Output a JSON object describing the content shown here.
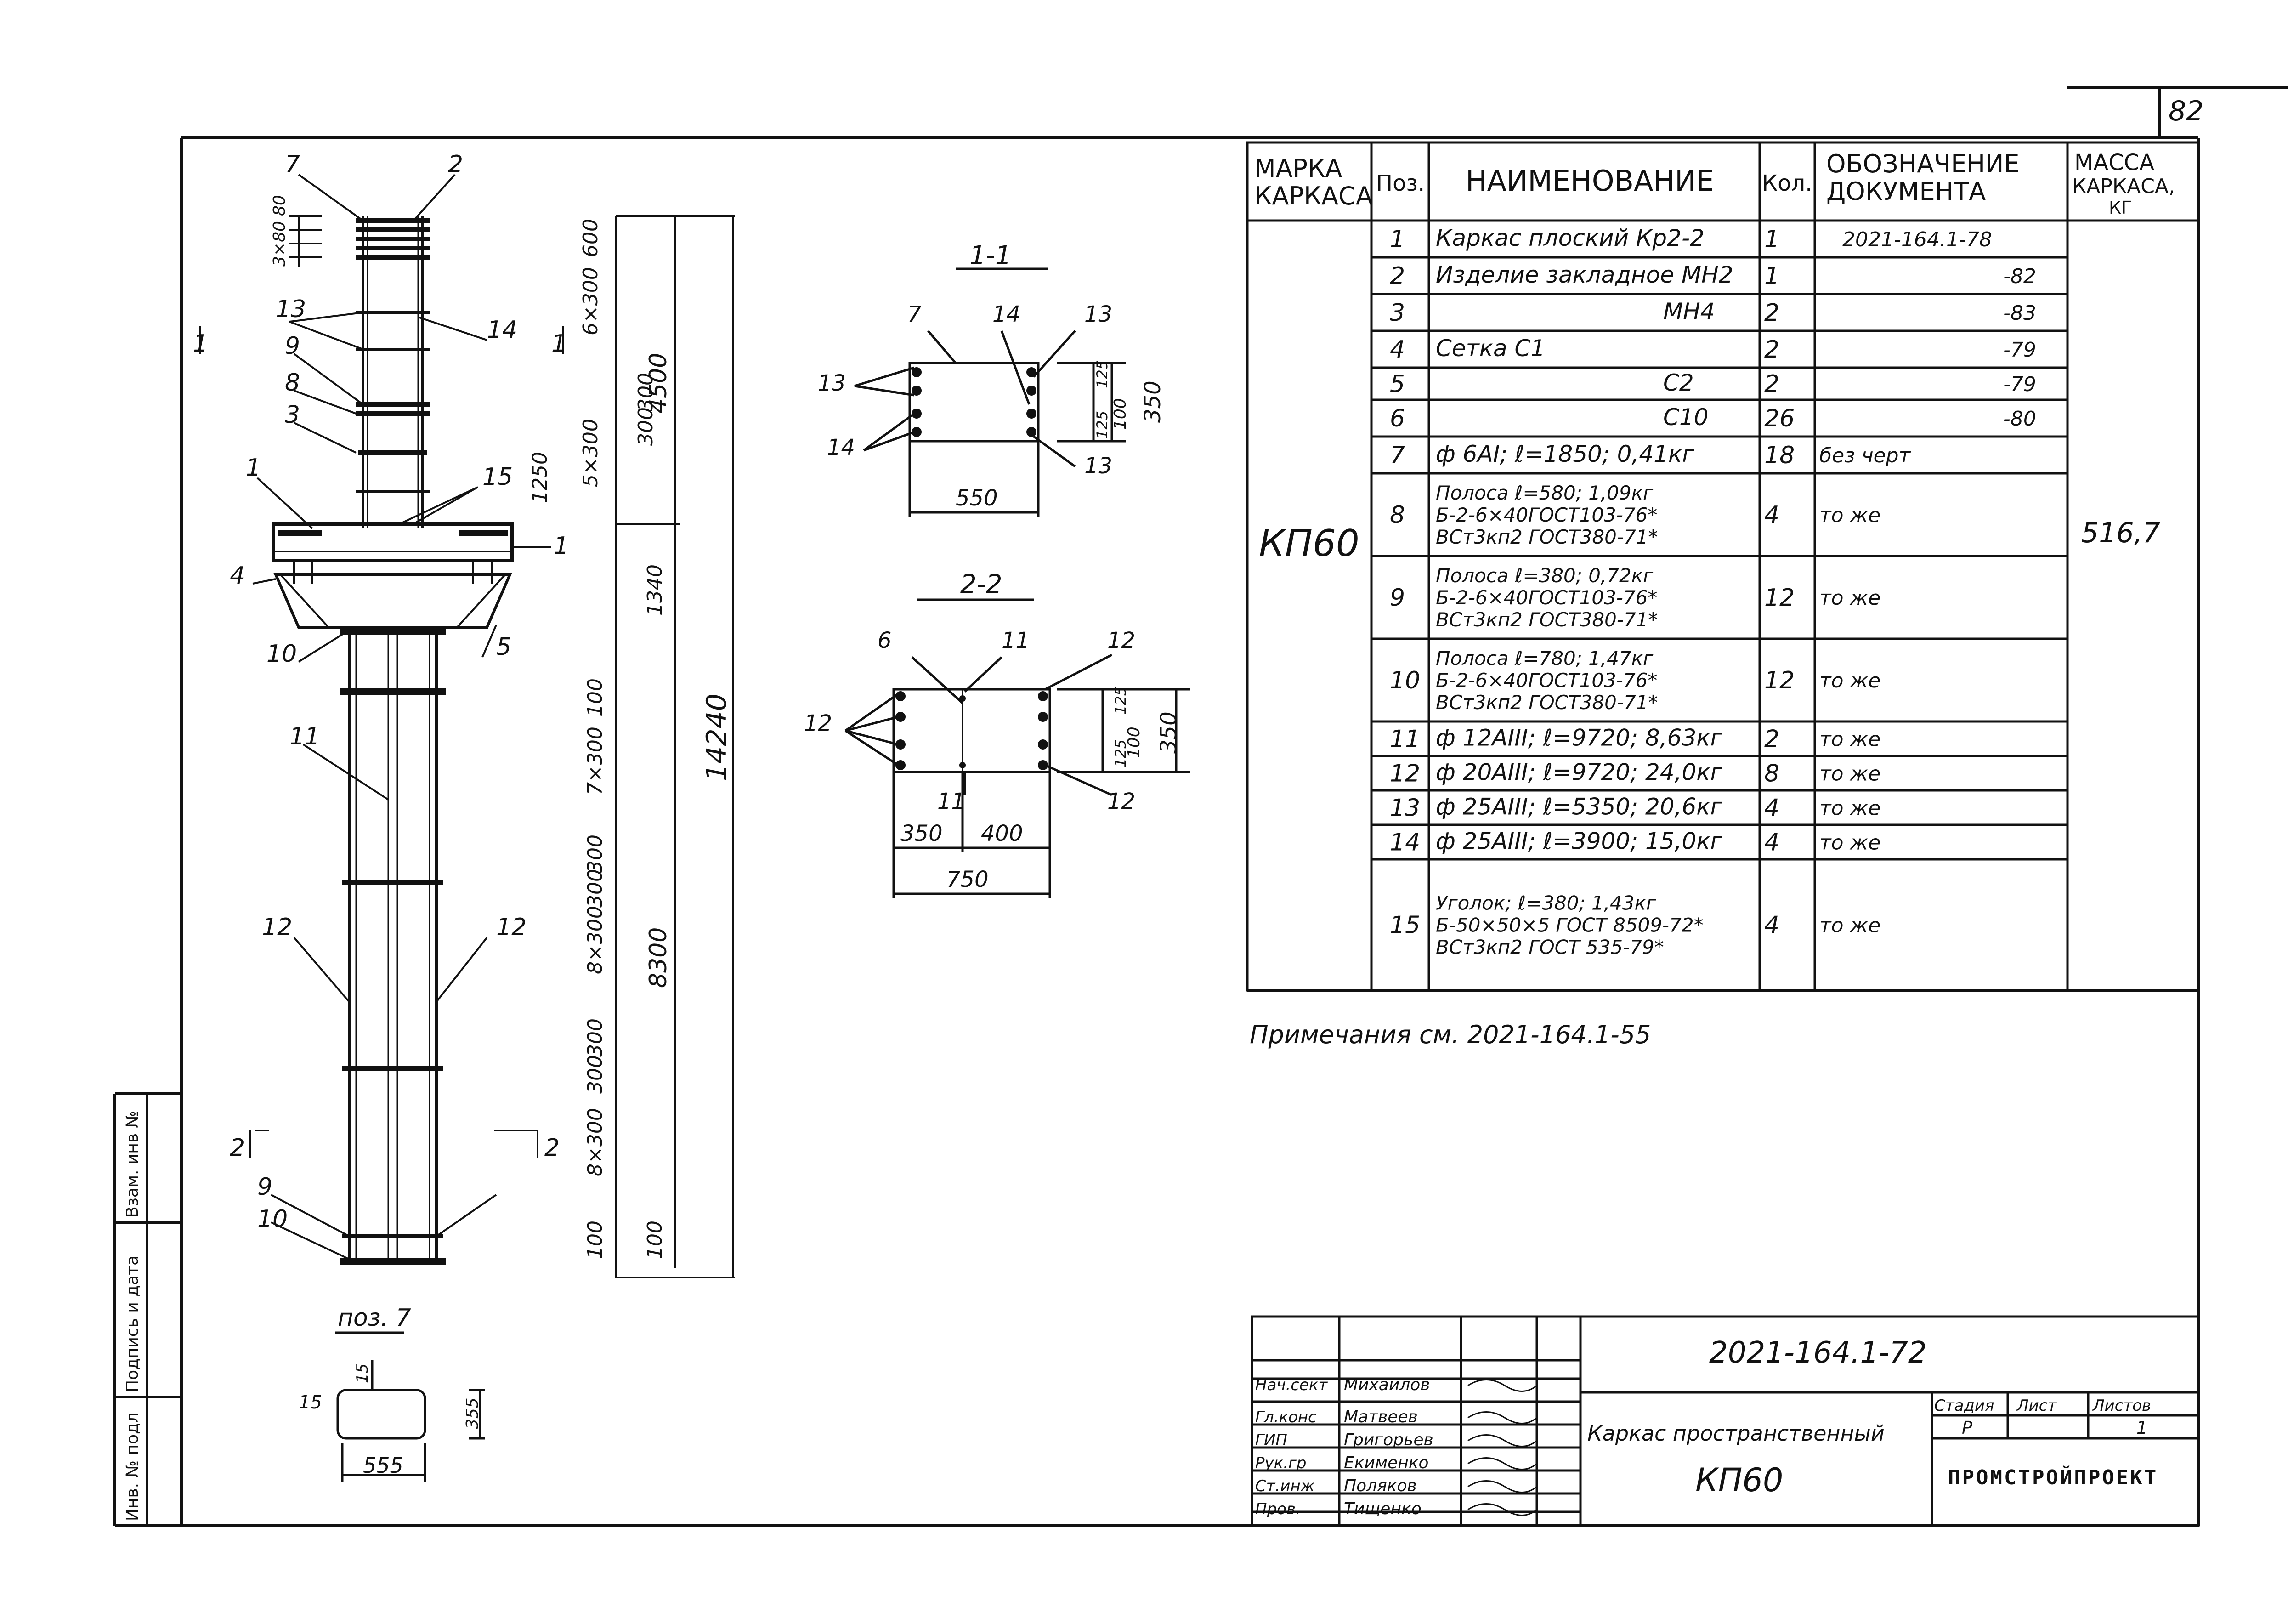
{
  "sheet_number": "82",
  "table": {
    "headers": {
      "mark": [
        "МАРКА",
        "КАРКАСА"
      ],
      "pos": "Поз.",
      "name": "НАИМЕНОВАНИЕ",
      "qty": "Кол.",
      "doc": [
        "ОБОЗНАЧЕНИЕ",
        "ДОКУМЕНТА"
      ],
      "mass": [
        "МАССА",
        "КАРКАСА,",
        "КГ"
      ]
    },
    "mark": "КП60",
    "mass": "516,7",
    "rows": [
      {
        "pos": "1",
        "name": [
          "Каркас плоский Кр2-2"
        ],
        "qty": "1",
        "doc": "2021-164.1-78"
      },
      {
        "pos": "2",
        "name": [
          "Изделие закладное МН2"
        ],
        "qty": "1",
        "doc": "-82"
      },
      {
        "pos": "3",
        "name": [
          "МН4"
        ],
        "qty": "2",
        "doc": "-83"
      },
      {
        "pos": "4",
        "name": [
          "Сетка                С1"
        ],
        "qty": "2",
        "doc": "-79"
      },
      {
        "pos": "5",
        "name": [
          "С2"
        ],
        "qty": "2",
        "doc": "-79"
      },
      {
        "pos": "6",
        "name": [
          "С10"
        ],
        "qty": "26",
        "doc": "-80"
      },
      {
        "pos": "7",
        "name": [
          "ф 6АI; ℓ=1850; 0,41кг"
        ],
        "qty": "18",
        "doc": "без черт"
      },
      {
        "pos": "8",
        "name": [
          "Полоса ℓ=580; 1,09кг",
          "Б-2-6×40ГОСТ103-76*",
          "ВСт3кп2 ГОСТ380-71*"
        ],
        "qty": "4",
        "doc": "то же"
      },
      {
        "pos": "9",
        "name": [
          "Полоса ℓ=380; 0,72кг",
          "Б-2-6×40ГОСТ103-76*",
          "ВСт3кп2 ГОСТ380-71*"
        ],
        "qty": "12",
        "doc": "то же"
      },
      {
        "pos": "10",
        "name": [
          "Полоса ℓ=780; 1,47кг",
          "Б-2-6×40ГОСТ103-76*",
          "ВСт3кп2 ГОСТ380-71*"
        ],
        "qty": "12",
        "doc": "то же"
      },
      {
        "pos": "11",
        "name": [
          "ф 12АIII; ℓ=9720; 8,63кг"
        ],
        "qty": "2",
        "doc": "то же"
      },
      {
        "pos": "12",
        "name": [
          "ф 20АIII; ℓ=9720; 24,0кг"
        ],
        "qty": "8",
        "doc": "то же"
      },
      {
        "pos": "13",
        "name": [
          "ф 25АIII; ℓ=5350; 20,6кг"
        ],
        "qty": "4",
        "doc": "то же"
      },
      {
        "pos": "14",
        "name": [
          "ф 25АIII; ℓ=3900; 15,0кг"
        ],
        "qty": "4",
        "doc": "то же"
      },
      {
        "pos": "15",
        "name": [
          "Уголок; ℓ=380; 1,43кг",
          "Б-50×50×5 ГОСТ 8509-72*",
          "ВСт3кп2 ГОСТ 535-79*"
        ],
        "qty": "4",
        "doc": "то же"
      }
    ]
  },
  "notes": "Примечания  см. 2021-164.1-55",
  "title_block": {
    "code": "2021-164.1-72",
    "title_line1": "Каркас пространственный",
    "title_line2": "КП60",
    "stage_label": "Стадия",
    "sheet_label": "Лист",
    "sheets_label": "Листов",
    "stage": "Р",
    "sheets": "1",
    "org": "ПРОМСТРОЙПРОЕКТ",
    "signers": [
      {
        "role": "Нач.сект",
        "name": "Михайлов"
      },
      {
        "role": "Гл.конс",
        "name": "Матвеев"
      },
      {
        "role": "ГИП",
        "name": "Григорьев"
      },
      {
        "role": "Рук.гр",
        "name": "Екименко"
      },
      {
        "role": "Ст.инж",
        "name": "Поляков"
      },
      {
        "role": "Пров.",
        "name": "Тищенко"
      }
    ]
  },
  "side_stamp": {
    "inv": "Инв. № подл",
    "sign": "Подпись и дата",
    "vzam": "Взам. инв №"
  },
  "elevation": {
    "dims_right": [
      "600",
      "6×300",
      "300",
      "300",
      "5×300",
      "1250",
      "1340",
      "100",
      "7×300",
      "300",
      "300",
      "8×300",
      "300",
      "300",
      "8×300",
      "100",
      "100"
    ],
    "overall": [
      "4500",
      "14240",
      "8300"
    ],
    "left_top": "3×80",
    "left_top2": "80",
    "labels": [
      "7",
      "2",
      "13",
      "14",
      "9",
      "8",
      "3",
      "1",
      "15",
      "1",
      "4",
      "10",
      "5",
      "11",
      "12",
      "12",
      "9",
      "10"
    ],
    "section_marks": [
      "1",
      "1",
      "2",
      "2"
    ]
  },
  "section11": {
    "title": "1-1",
    "labels": [
      "7",
      "14",
      "13",
      "13",
      "14",
      "13"
    ],
    "dims": [
      "550",
      "350",
      "100",
      "125",
      "125"
    ]
  },
  "section22": {
    "title": "2-2",
    "labels": [
      "6",
      "11",
      "12",
      "12",
      "11",
      "12"
    ],
    "dims": [
      "350",
      "400",
      "750",
      "350",
      "100",
      "125",
      "125"
    ]
  },
  "pos7": {
    "title": "поз. 7",
    "dims": [
      "15",
      "15",
      "555",
      "355"
    ]
  }
}
